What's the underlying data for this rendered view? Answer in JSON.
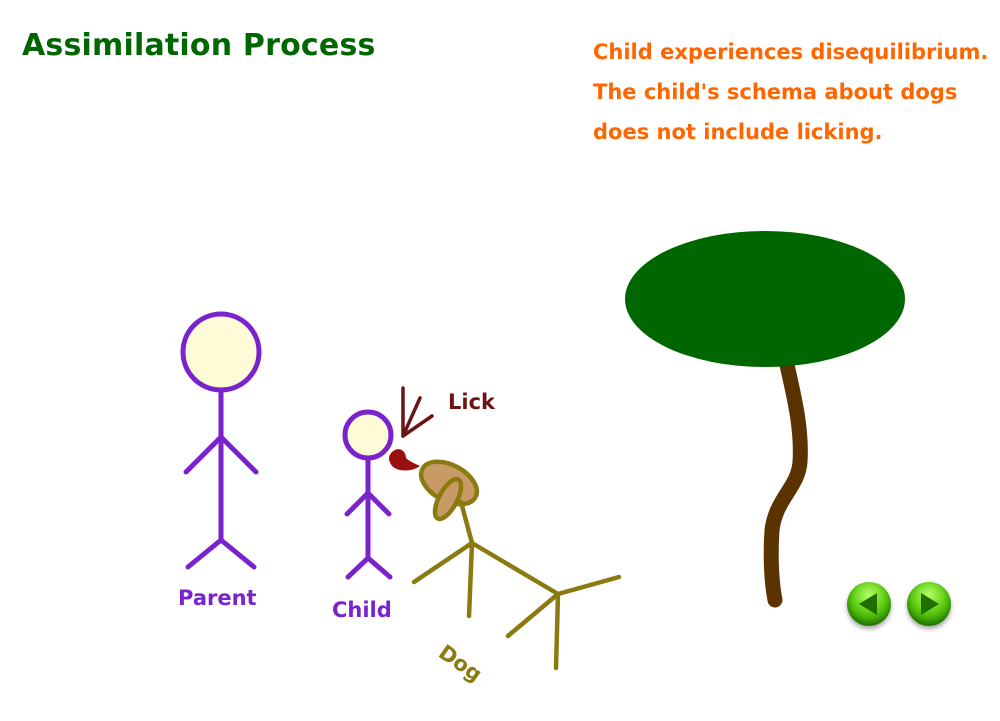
{
  "header": {
    "title": "Assimilation Process"
  },
  "caption": {
    "lines": [
      "Child experiences disequilibrium.",
      "The child's schema about dogs",
      "does not include licking."
    ]
  },
  "scene": {
    "labels": {
      "parent": "Parent",
      "child": "Child",
      "lick": "Lick",
      "dog": "Dog"
    },
    "colors": {
      "title": "#006600",
      "caption": "#ff6600",
      "stick_figure": "#7a22cc",
      "head_fill": "#fffbd6",
      "dog": "#8a7a10",
      "dog_head_fill": "#c89a66",
      "tongue": "#9a1010",
      "lick_label": "#6b1414",
      "tree_canopy": "#006600",
      "tree_trunk": "#5a3300"
    }
  },
  "navigation": {
    "prev_icon": "triangle-left-icon",
    "next_icon": "triangle-right-icon"
  }
}
